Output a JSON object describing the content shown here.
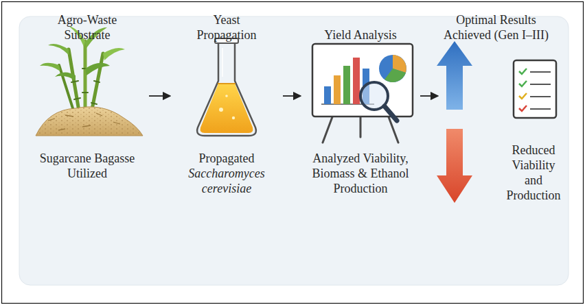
{
  "diagram": {
    "nodes": [
      {
        "text": [
          "Agro-Waste Substrate",
          "Sugarcane Bagasse Utilized"
        ]
      },
      {
        "text": [
          "Yeast Propagation",
          "Propagated",
          "Saccharomyces cerevisiae"
        ]
      },
      {
        "text": [
          "Yield Analysis",
          "Analyzed Viability, Biomass & Ethanol Production"
        ]
      },
      {
        "text": [
          "Optimal Results Achieved (Gen I–III)",
          "Reduced Viability and Production"
        ]
      }
    ],
    "edges": [
      {
        "from": 0,
        "to": 1,
        "arrow": "to"
      },
      {
        "from": 1,
        "to": 2,
        "arrow": "to"
      },
      {
        "from": 2,
        "to": 3,
        "arrow": "to"
      }
    ]
  }
}
